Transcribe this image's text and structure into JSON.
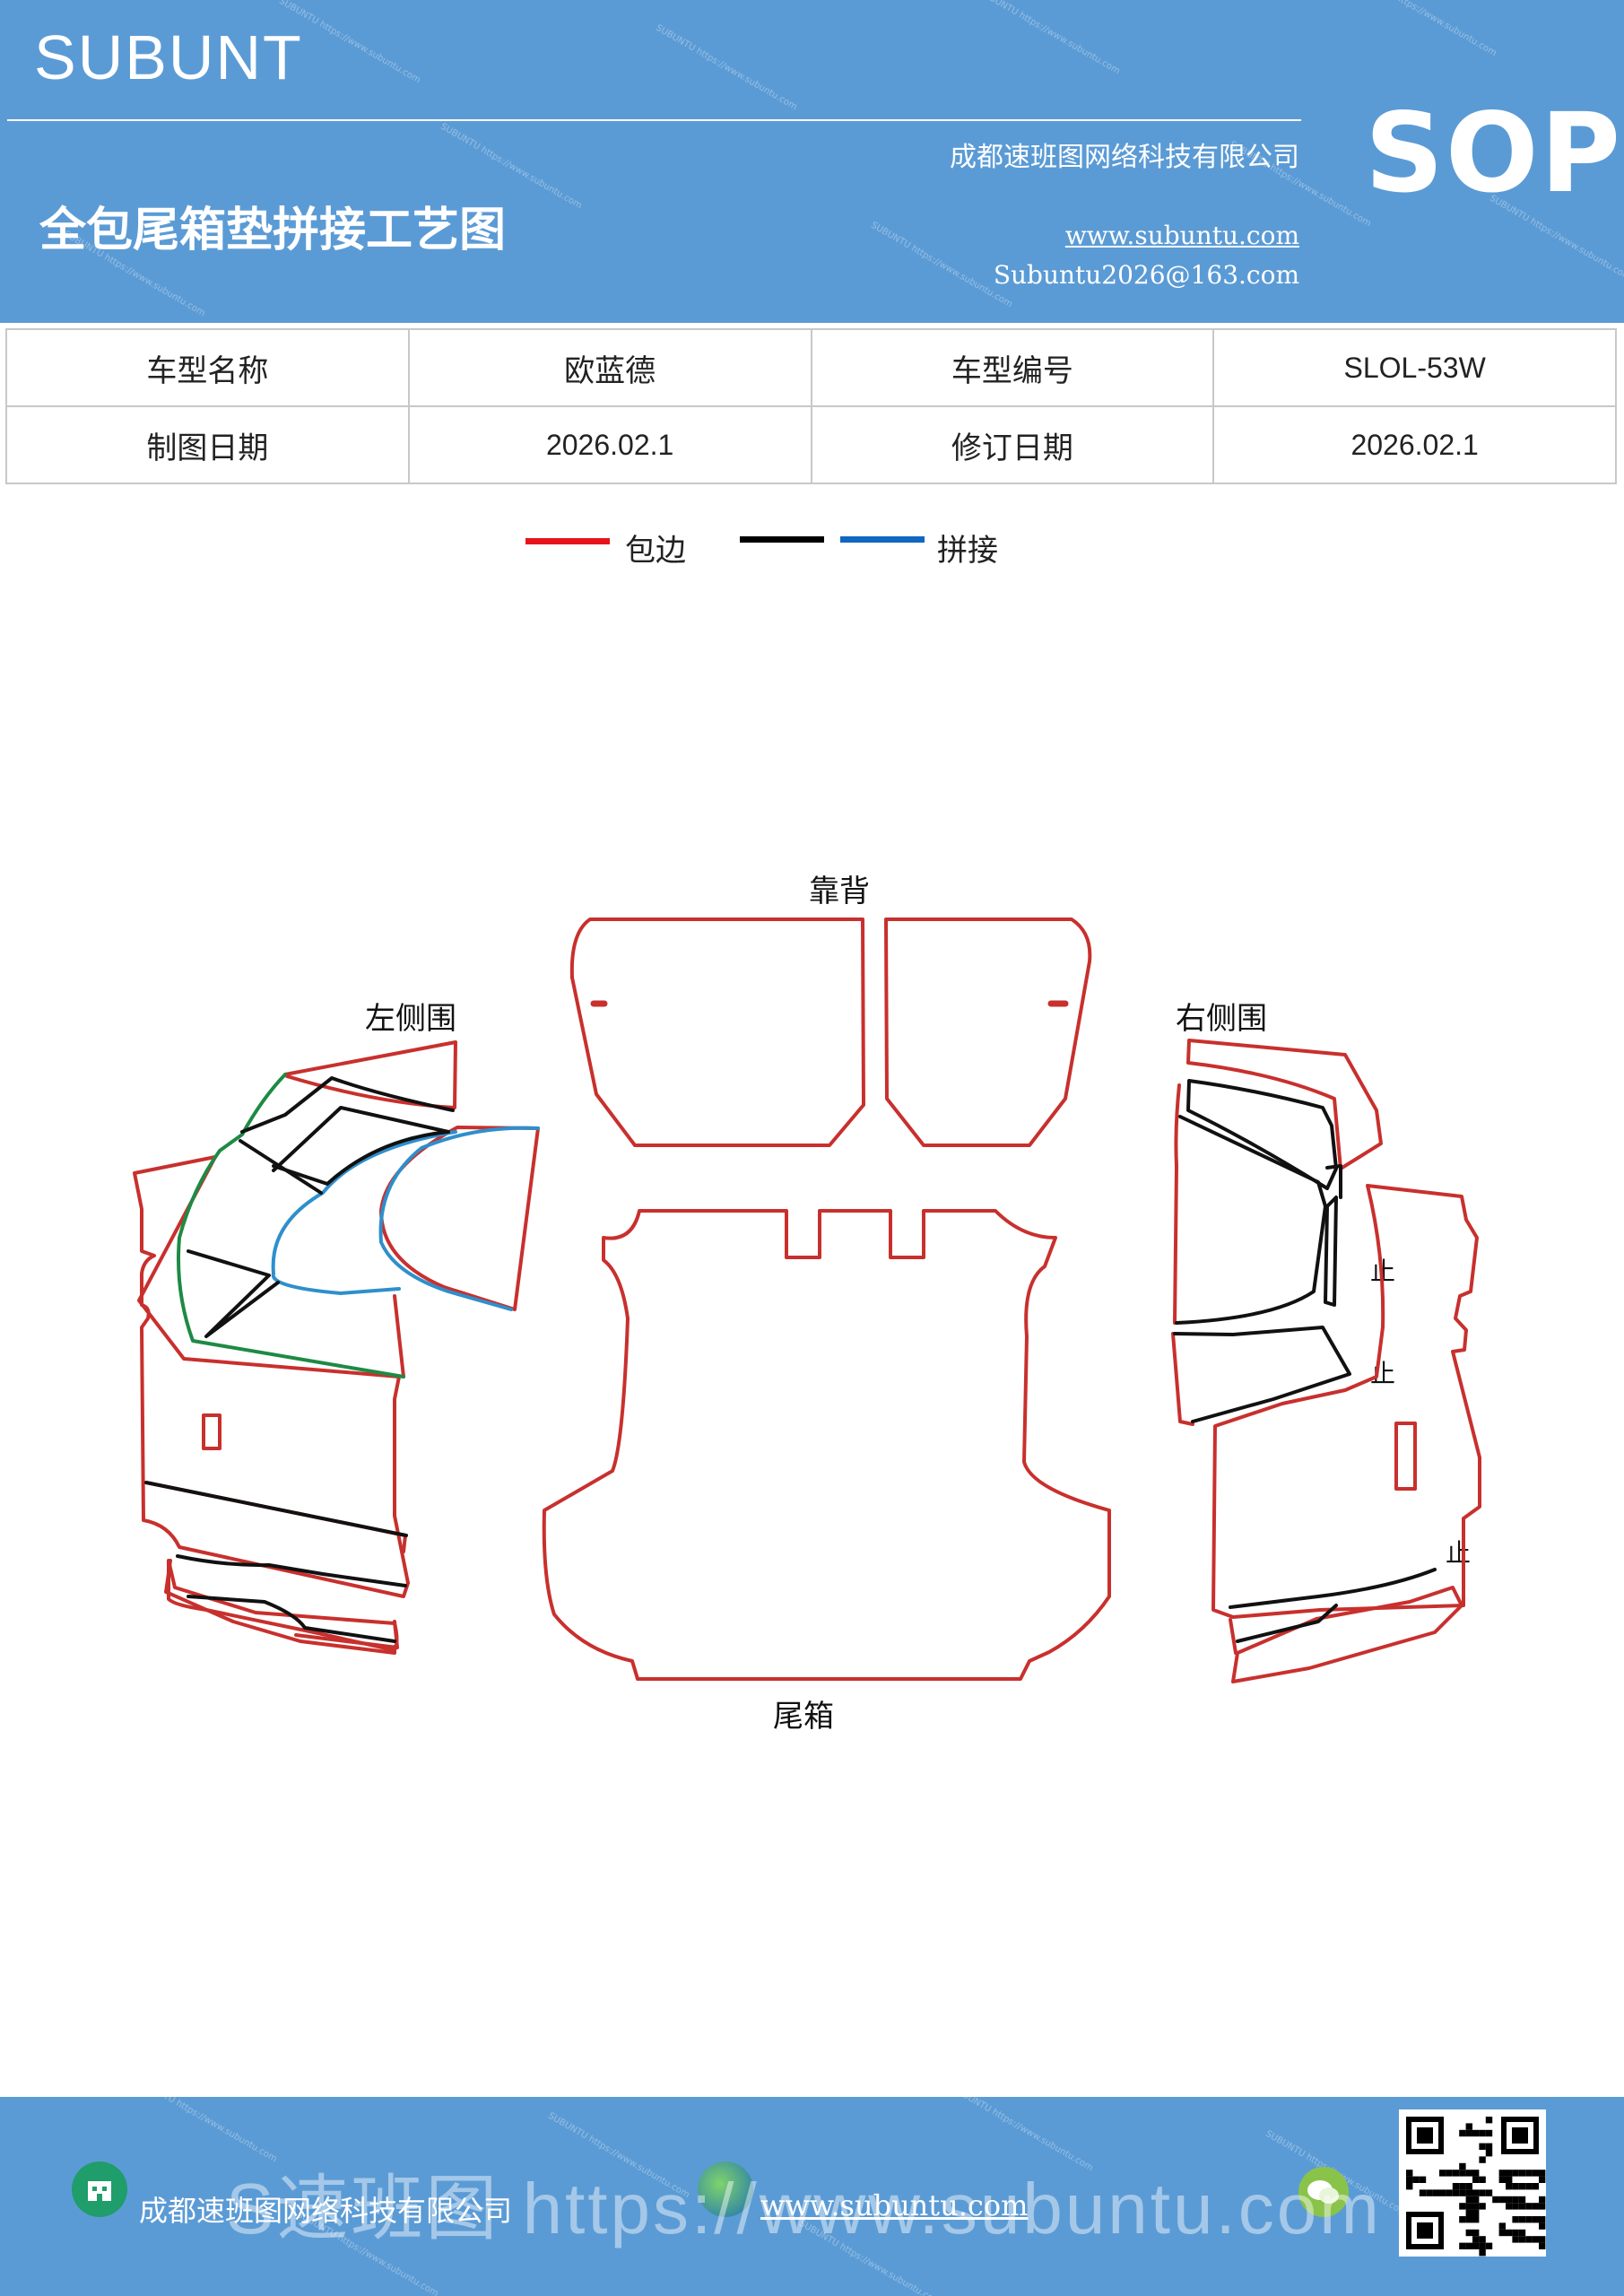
{
  "header": {
    "brand": "SUBUNT",
    "company": "成都速班图网络科技有限公司",
    "sop_label": "SOP",
    "title": "全包尾箱垫拼接工艺图",
    "website": "www.subuntu.com",
    "email": "Subuntu2026@163.com",
    "watermark": "SUBUNTU https://www.subuntu.com"
  },
  "info_table": {
    "rows": [
      [
        "车型名称",
        "欧蓝德",
        "车型编号",
        "SLOL-53W"
      ],
      [
        "制图日期",
        "2026.02.1",
        "修订日期",
        "2026.02.1"
      ]
    ]
  },
  "legend": {
    "items": [
      {
        "label": "包边",
        "color": "#e8141b"
      },
      {
        "label": "",
        "color": "#000000"
      },
      {
        "label": "拼接",
        "color": "#1166c0"
      }
    ]
  },
  "diagram": {
    "labels": {
      "backrest": "靠背",
      "left_side": "左侧围",
      "right_side": "右侧围",
      "trunk": "尾箱",
      "stop_mark": "止"
    },
    "colors": {
      "edge": "#c8302d",
      "seam": "#111111",
      "seam_blue": "#2e8fcc",
      "seam_green": "#1e8a44"
    }
  },
  "footer": {
    "company": "成都速班图网络科技有限公司",
    "website": "www.subuntu.com",
    "overlay_text": "S速班图  https://www.subuntu.com"
  }
}
